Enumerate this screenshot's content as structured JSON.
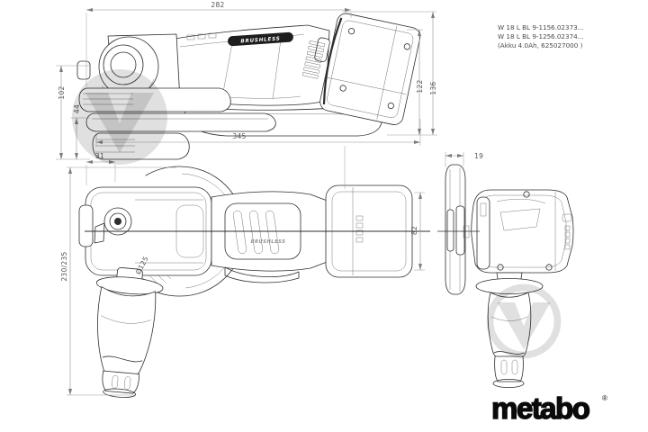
{
  "header": {
    "products": [
      {
        "model": "W 18 L BL 9-115",
        "article": "6.02373..."
      },
      {
        "model": "W 18 L BL 9-125",
        "article": "6.02374..."
      }
    ],
    "battery_note": "(Akku 4.0Ah, 625027000 )"
  },
  "brand": {
    "logo": "metabo",
    "registered": "®"
  },
  "markings": {
    "brushless_side": "BRUSHLESS",
    "brushless_plan": "BRUSHLESS",
    "disc_diameter": "Ø125"
  },
  "dimensions_mm": {
    "side_view": {
      "upper_length": "282",
      "total_length": "345",
      "head_height": "102",
      "disc_offset": "44",
      "battery_height": "122",
      "total_height": "136"
    },
    "top_view": {
      "head_front_offset": "31",
      "overall_width": "230/235",
      "battery_width": "82"
    },
    "front_view": {
      "guard_disc_width": "19"
    }
  },
  "colors": {
    "background": "#ffffff",
    "line_art": "#2e2e2e",
    "dimension_lines": "#8f8f8f",
    "dimension_text": "#555555",
    "watermark": "#d8d8d8",
    "badge": "#1d1d1d",
    "logo": "#000000"
  }
}
